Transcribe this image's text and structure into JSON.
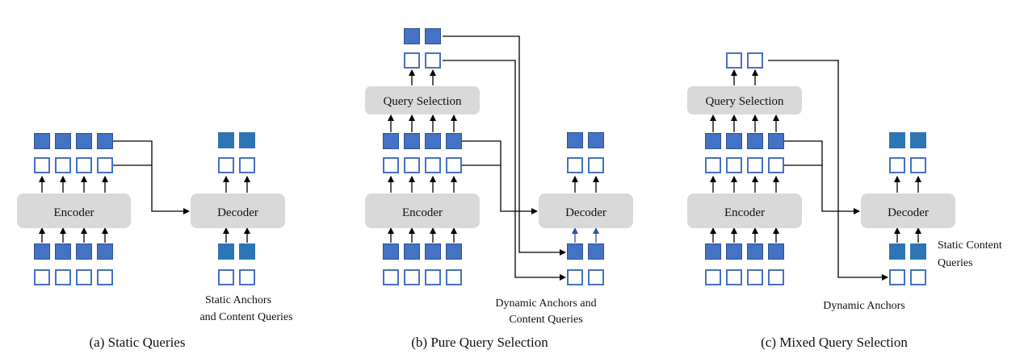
{
  "colors": {
    "feature_fill": "#4472c4",
    "feature_stroke": "#2f528f",
    "static_fill": "#2e75b6",
    "empty_stroke": "#4472c4",
    "module_fill": "#d9d9d9",
    "line": "#000000",
    "blue_arrow": "#2f5597"
  },
  "panels": [
    {
      "id": "a",
      "caption": "(a) Static Queries",
      "encoder_label": "Encoder",
      "decoder_label": "Decoder",
      "annotation_lines": [
        "Static Anchors",
        "and Content Queries"
      ]
    },
    {
      "id": "b",
      "caption": "(b) Pure Query Selection",
      "encoder_label": "Encoder",
      "decoder_label": "Decoder",
      "selection_label": "Query Selection",
      "annotation_lines": [
        "Dynamic Anchors and",
        "Content Queries"
      ]
    },
    {
      "id": "c",
      "caption": "(c) Mixed Query Selection",
      "encoder_label": "Encoder",
      "decoder_label": "Decoder",
      "selection_label": "Query Selection",
      "annotation_lines": [
        "Dynamic Anchors"
      ],
      "side_annotation_lines": [
        "Static Content",
        "Queries"
      ]
    }
  ]
}
